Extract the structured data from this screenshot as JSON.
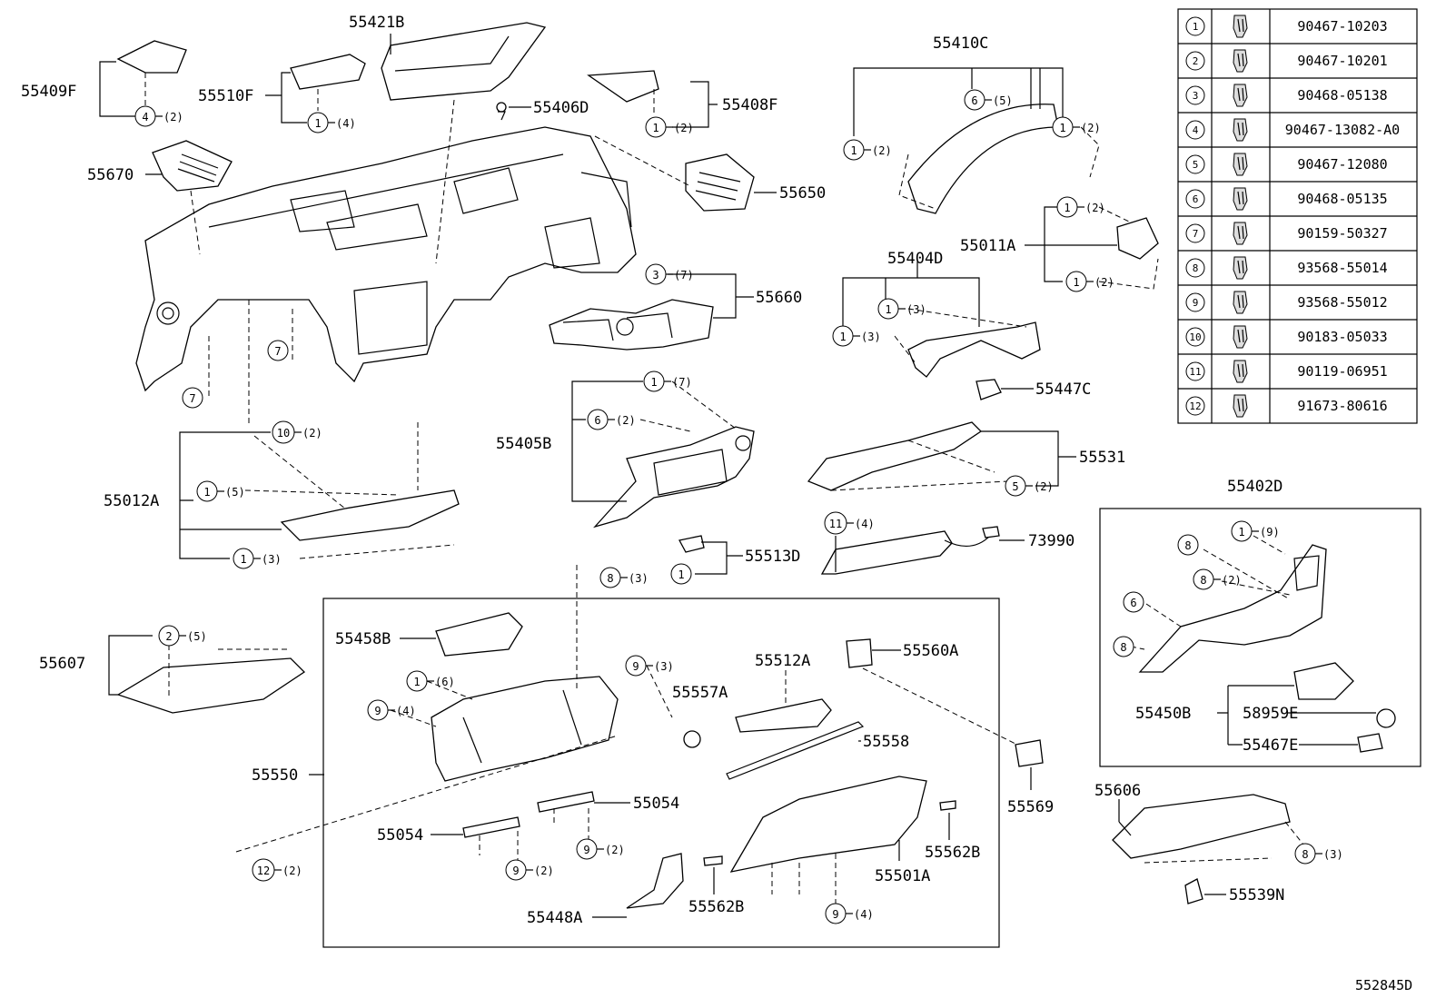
{
  "diagram_id": "552845D",
  "parts_table": [
    {
      "no": "1",
      "part": "90467-10203"
    },
    {
      "no": "2",
      "part": "90467-10201"
    },
    {
      "no": "3",
      "part": "90468-05138"
    },
    {
      "no": "4",
      "part": "90467-13082-A0"
    },
    {
      "no": "5",
      "part": "90467-12080"
    },
    {
      "no": "6",
      "part": "90468-05135"
    },
    {
      "no": "7",
      "part": "90159-50327"
    },
    {
      "no": "8",
      "part": "93568-55014"
    },
    {
      "no": "9",
      "part": "93568-55012"
    },
    {
      "no": "10",
      "part": "90183-05033"
    },
    {
      "no": "11",
      "part": "90119-06951"
    },
    {
      "no": "12",
      "part": "91673-80616"
    }
  ],
  "labels": {
    "p55421B": "55421B",
    "p55409F": "55409F",
    "p55510F": "55510F",
    "p55406D": "55406D",
    "p55408F": "55408F",
    "p55670": "55670",
    "p55650": "55650",
    "p55410C": "55410C",
    "p55011A": "55011A",
    "p55404D": "55404D",
    "p55660": "55660",
    "p55447C": "55447C",
    "p55405B": "55405B",
    "p55531": "55531",
    "p55012A": "55012A",
    "p55513D": "55513D",
    "p73990": "73990",
    "p55402D": "55402D",
    "p55607": "55607",
    "p55458B": "55458B",
    "p55560A": "55560A",
    "p55512A": "55512A",
    "p55557A": "55557A",
    "p55558": "55558",
    "p55550": "55550",
    "p55054a": "55054",
    "p55054b": "55054",
    "p55569": "55569",
    "p55562Ba": "55562B",
    "p55562Bb": "55562B",
    "p55501A": "55501A",
    "p55448A": "55448A",
    "p55450B": "55450B",
    "p58959E": "58959E",
    "p55467E": "55467E",
    "p55606": "55606",
    "p55539N": "55539N"
  },
  "callouts": {
    "c4_2": {
      "n": "4",
      "q": "(2)"
    },
    "c1_4": {
      "n": "1",
      "q": "(4)"
    },
    "c1_2a": {
      "n": "1",
      "q": "(2)"
    },
    "c6_5": {
      "n": "6",
      "q": "(5)"
    },
    "c1_2b": {
      "n": "1",
      "q": "(2)"
    },
    "c1_2c": {
      "n": "1",
      "q": "(2)"
    },
    "c1_2d": {
      "n": "1",
      "q": "(2)"
    },
    "c1_2e": {
      "n": "1",
      "q": "(2)"
    },
    "c3_7": {
      "n": "3",
      "q": "(7)"
    },
    "c1_3a": {
      "n": "1",
      "q": "(3)"
    },
    "c1_3b": {
      "n": "1",
      "q": "(3)"
    },
    "c7a": {
      "n": "7",
      "q": ""
    },
    "c7b": {
      "n": "7",
      "q": ""
    },
    "c1_7": {
      "n": "1",
      "q": "(7)"
    },
    "c6_2": {
      "n": "6",
      "q": "(2)"
    },
    "c10_2": {
      "n": "10",
      "q": "(2)"
    },
    "c1_5": {
      "n": "1",
      "q": "(5)"
    },
    "c1_3c": {
      "n": "1",
      "q": "(3)"
    },
    "c5_2": {
      "n": "5",
      "q": "(2)"
    },
    "c11_4": {
      "n": "11",
      "q": "(4)"
    },
    "c1d": {
      "n": "1",
      "q": ""
    },
    "c8_3a": {
      "n": "8",
      "q": "(3)"
    },
    "c2_5": {
      "n": "2",
      "q": "(5)"
    },
    "c1_6": {
      "n": "1",
      "q": "(6)"
    },
    "c9_3": {
      "n": "9",
      "q": "(3)"
    },
    "c9_4a": {
      "n": "9",
      "q": "(4)"
    },
    "c9_2a": {
      "n": "9",
      "q": "(2)"
    },
    "c9_2b": {
      "n": "9",
      "q": "(2)"
    },
    "c12_2": {
      "n": "12",
      "q": "(2)"
    },
    "c9_4b": {
      "n": "9",
      "q": "(4)"
    },
    "c1_9": {
      "n": "1",
      "q": "(9)"
    },
    "c8a": {
      "n": "8",
      "q": ""
    },
    "c8_2": {
      "n": "8",
      "q": "(2)"
    },
    "c6a": {
      "n": "6",
      "q": ""
    },
    "c8b": {
      "n": "8",
      "q": ""
    },
    "c8_3b": {
      "n": "8",
      "q": "(3)"
    }
  }
}
